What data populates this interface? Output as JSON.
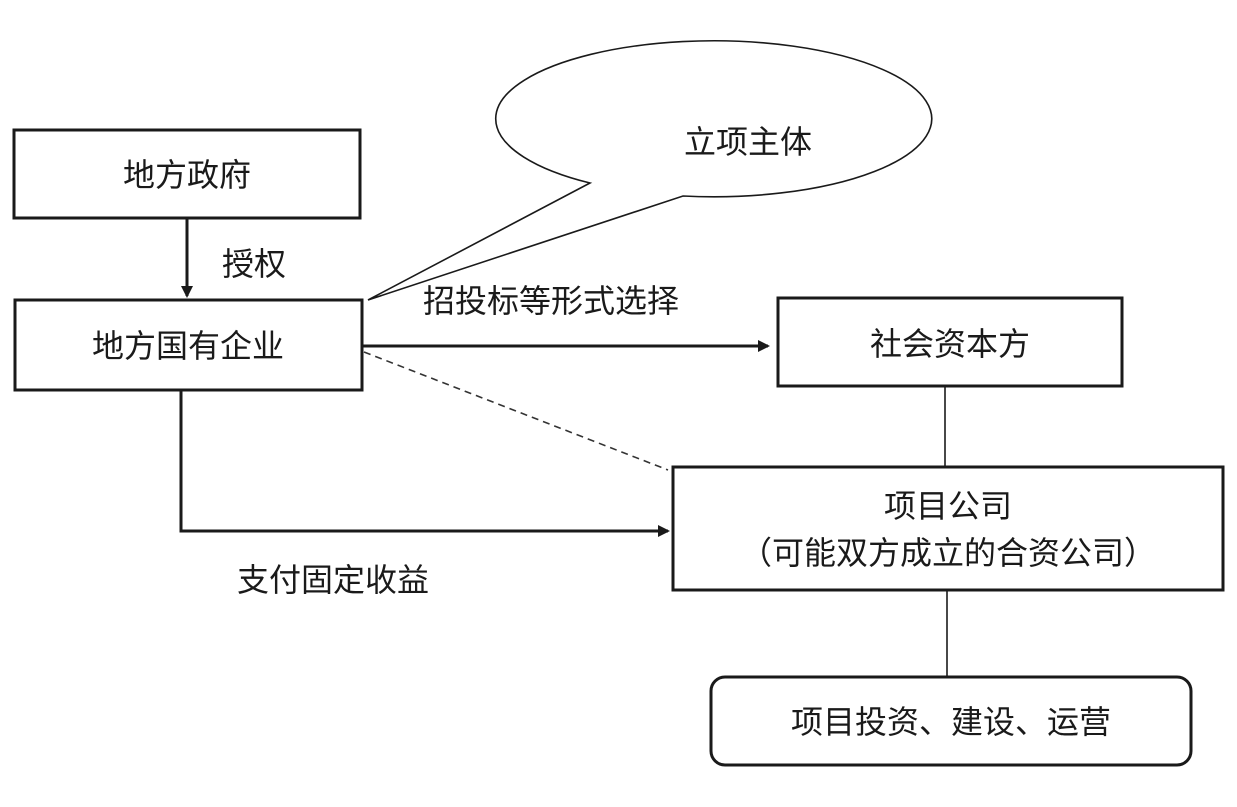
{
  "nodes": {
    "local_government": "地方政府",
    "local_soe": "地方国有企业",
    "project_subject": "立项主体",
    "social_capital": "社会资本方",
    "project_company_line1": "项目公司",
    "project_company_line2": "（可能双方成立的合资公司）",
    "project_activities": "项目投资、建设、运营"
  },
  "edges": {
    "authorize": "授权",
    "select_by_bidding": "招投标等形式选择",
    "pay_fixed_return": "支付固定收益"
  },
  "colors": {
    "stroke": "#1a1a1a",
    "text": "#1a1a1a",
    "background": "#ffffff"
  }
}
